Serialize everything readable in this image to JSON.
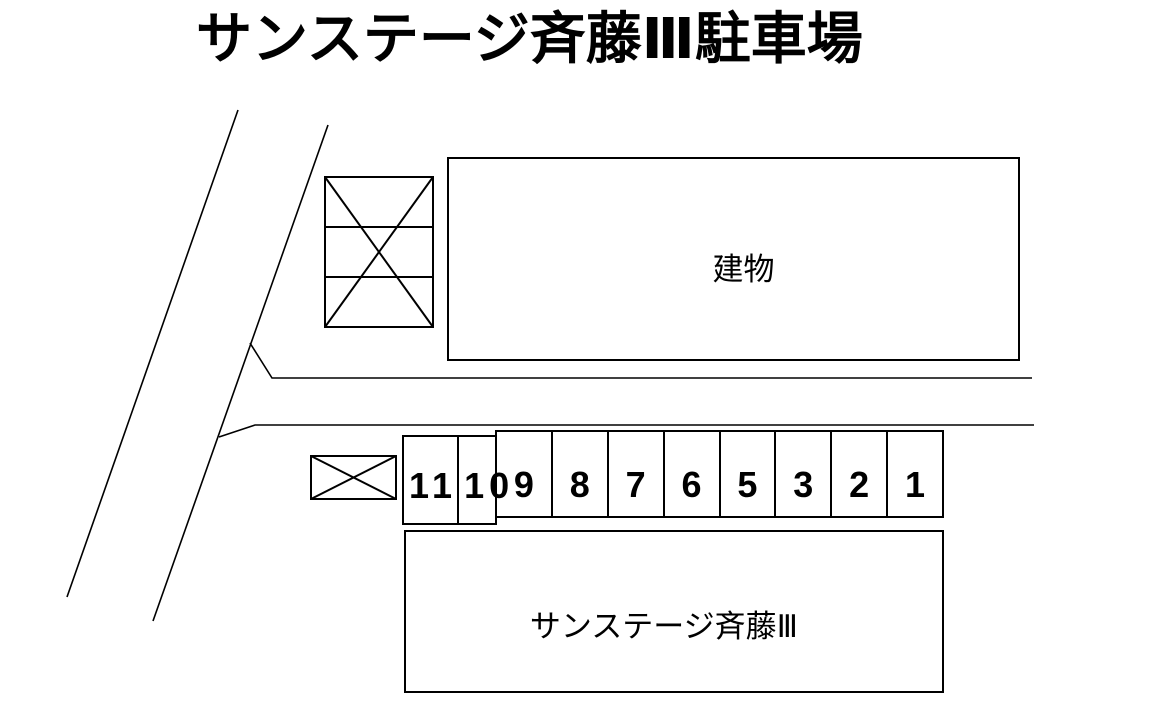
{
  "title": "サンステージ斉藤Ⅲ駐車場",
  "building": {
    "label": "建物"
  },
  "residence": {
    "label": "サンステージ斉藤Ⅲ"
  },
  "parking": {
    "group_left": [
      {
        "label": "11"
      },
      {
        "label": "10"
      }
    ],
    "group_right": [
      {
        "label": "9"
      },
      {
        "label": "8"
      },
      {
        "label": "7"
      },
      {
        "label": "6"
      },
      {
        "label": "5"
      },
      {
        "label": "3"
      },
      {
        "label": "2"
      },
      {
        "label": "1"
      }
    ]
  },
  "colors": {
    "line": "#000000",
    "background": "#ffffff"
  }
}
